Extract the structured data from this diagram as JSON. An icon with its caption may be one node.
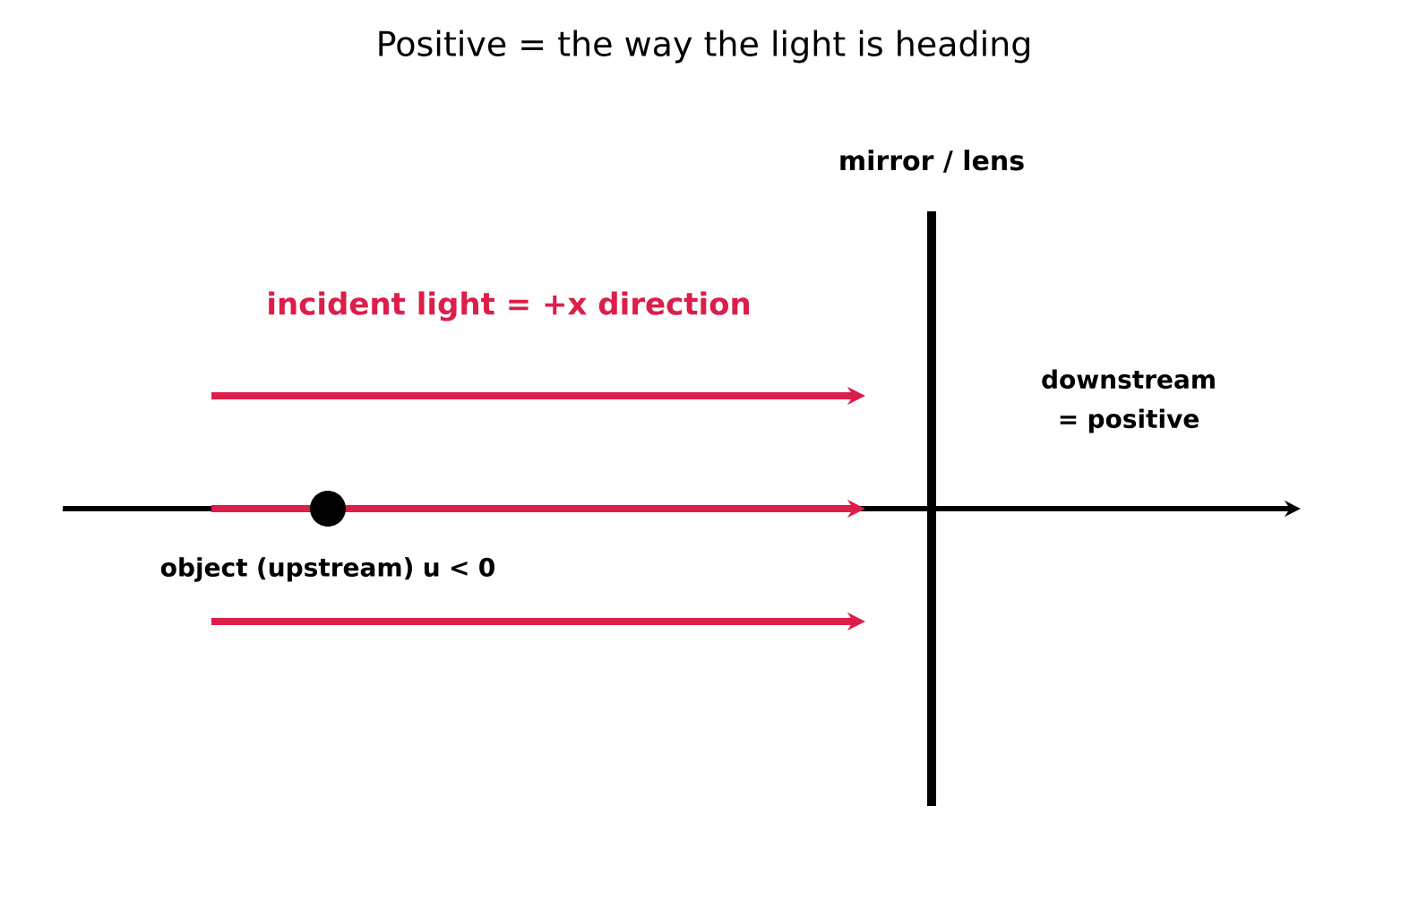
{
  "diagram": {
    "title": "Positive = the way the light is heading",
    "nodes": [
      {
        "text": [
          "mirror / lens"
        ]
      },
      {
        "text": [],
        "shape": "circle",
        "beside": [
          "object (upstream) u < 0"
        ]
      }
    ],
    "labels": [
      "incident light  =  +x direction",
      "downstream = positive"
    ]
  }
}
